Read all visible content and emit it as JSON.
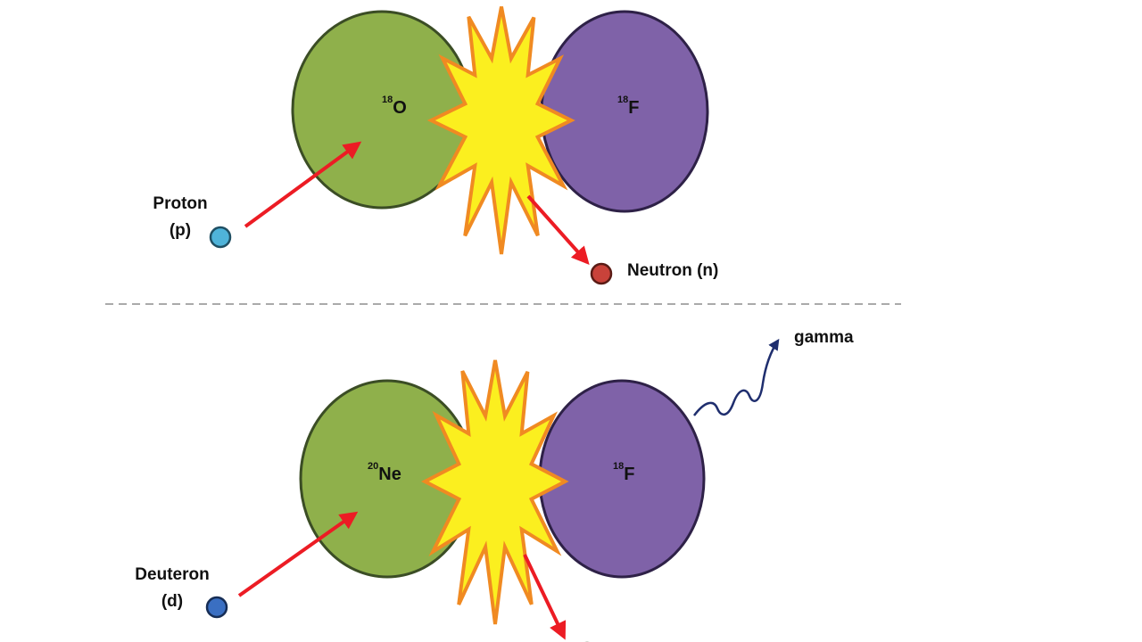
{
  "colors": {
    "background": "#ffffff",
    "nucleus_target": "#8fb04b",
    "nucleus_target_stroke": "#3b4d25",
    "nucleus_product": "#7f62a8",
    "nucleus_product_stroke": "#2e2147",
    "burst_fill": "#fbef1f",
    "burst_stroke": "#f08a22",
    "arrow": "#ec1c24",
    "gamma_wave": "#1f2e6e",
    "proton": "#4fb3d9",
    "deuteron": "#3a6fc2",
    "neutron": "#c9423a",
    "divider": "#aaaaaa"
  },
  "top_reaction": {
    "target": {
      "mass": "18",
      "symbol": "O"
    },
    "product": {
      "mass": "18",
      "symbol": "F"
    },
    "incoming": {
      "line1": "Proton",
      "line2": "(p)"
    },
    "outgoing": {
      "label": "Neutron (n)"
    }
  },
  "bottom_reaction": {
    "target": {
      "mass": "20",
      "symbol": "Ne"
    },
    "product": {
      "mass": "18",
      "symbol": "F"
    },
    "incoming": {
      "line1": "Deuteron",
      "line2": "(d)"
    },
    "emission": {
      "label": "gamma"
    }
  }
}
